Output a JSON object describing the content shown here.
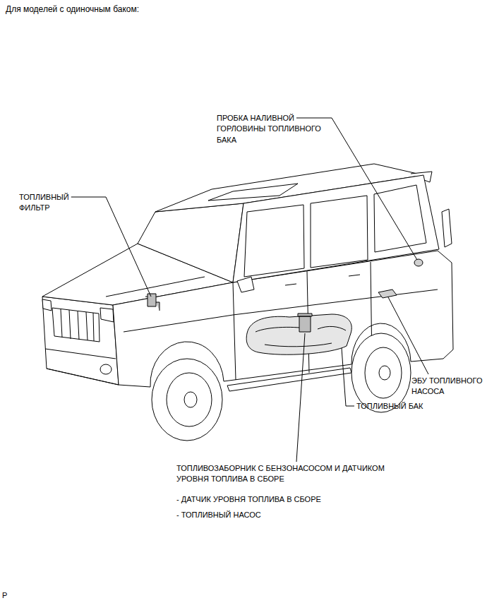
{
  "diagram": {
    "title": "Для моделей с одиночным баком:",
    "labels": [
      "ПРОБКА НАЛИВНОЙ ГОРЛОВИНЫ ТОПЛИВНОГО БАКА",
      "ТОПЛИВНЫЙ ФИЛЬТР",
      "ЭБУ ТОПЛИВНОГО НАСОСА",
      "ТОПЛИВНЫЙ БАК",
      "ТОПЛИВОЗАБОРНИК С БЕНЗОНАСОСОМ И ДАТЧИКОМ УРОВНЯ ТОПЛИВА В СБОРЕ",
      "- ДАТЧИК УРОВНЯ ТОПЛИВА В СБОРЕ",
      "- ТОПЛИВНЫЙ НАСОС",
      "P"
    ]
  }
}
